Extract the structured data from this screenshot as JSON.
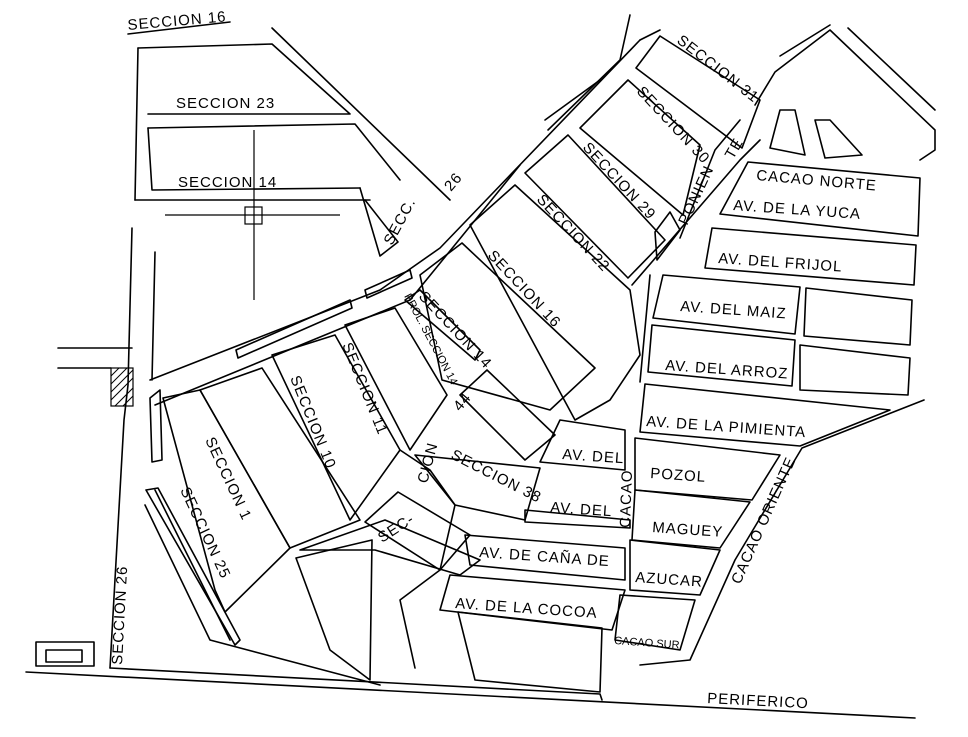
{
  "map": {
    "labels": {
      "seccion_16_top": "SECCION 16",
      "seccion_23": "SECCION 23",
      "seccion_14": "SECCION 14",
      "secc": "SECC.",
      "n26": "26",
      "seccion_31": "SECCION 31",
      "seccion_30": "SECCION 30",
      "te": "TE",
      "ponien": "PONIEN",
      "seccion_29": "SECCION 29",
      "seccion_22": "SECCION 22",
      "seccion_16": "SECCION 16",
      "seccion_14b": "SECCION 14",
      "prol_seccion_14": "PROL. SECCION 14",
      "n44": "44",
      "seccion_11": "SECCION 11",
      "seccion_10": "SECCION 10",
      "seccion_1": "SECCION 1",
      "seccion_25": "SECCION 25",
      "seccion_26": "SECCION 26",
      "cion": "CION",
      "seccion_38": "SECCION 38",
      "sec": "SEC-",
      "cacao_norte": "CACAO NORTE",
      "av_yuca": "AV. DE LA YUCA",
      "av_frijol": "AV. DEL FRIJOL",
      "av_maiz": "AV. DEL MAIZ",
      "av_arroz": "AV. DEL ARROZ",
      "av_pimienta": "AV. DE LA PIMIENTA",
      "av_del_1": "AV. DEL",
      "pozol": "POZOL",
      "av_del_2": "AV. DEL",
      "maguey": "MAGUEY",
      "cacao": "CACAO",
      "av_cana": "AV. DE CAÑA DE",
      "azucar": "AZUCAR",
      "av_cocoa": "AV. DE LA COCOA",
      "cacao_sur": "CACAO SUR",
      "cacao_oriente": "CACAO ORIENTE",
      "periferico": "PERIFERICO"
    }
  }
}
